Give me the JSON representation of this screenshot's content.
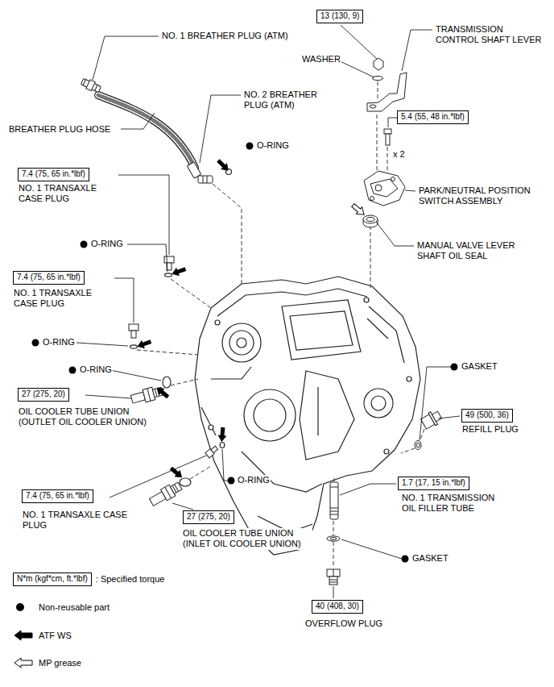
{
  "diagram": {
    "nodes": [
      {
        "text": [
          "13 (130, 9)"
        ]
      },
      {
        "text": [
          "5.4 (55, 48 in.*lbf)"
        ]
      },
      {
        "text": [
          "7.4 (75, 65 in.*lbf)"
        ]
      },
      {
        "text": [
          "7.4 (75, 65 in.*lbf)"
        ]
      },
      {
        "text": [
          "27 (275, 20)"
        ]
      },
      {
        "text": [
          "49 (500, 36)"
        ]
      },
      {
        "text": [
          "1.7 (17, 15 in.*lbf)"
        ]
      },
      {
        "text": [
          "7.4 (75, 65 in.*lbf)"
        ]
      },
      {
        "text": [
          "27 (275, 20)"
        ]
      },
      {
        "text": [
          "40 (408, 30)"
        ]
      },
      {
        "text": [
          "N*m (kgf*cm, ft.*lbf)"
        ]
      }
    ],
    "labels": [
      "NO. 1 BREATHER PLUG (ATM)",
      "TRANSMISSION CONTROL SHAFT LEVER",
      "WASHER",
      "NO. 2 BREATHER PLUG (ATM)",
      "BREATHER PLUG HOSE",
      "O-RING",
      "x 2",
      "NO. 1 TRANSAXLE CASE PLUG",
      "PARK/NEUTRAL POSITION SWITCH ASSEMBLY",
      "O-RING",
      "MANUAL VALVE LEVER SHAFT OIL SEAL",
      "NO. 1 TRANSAXLE CASE PLUG",
      "O-RING",
      "O-RING",
      "GASKET",
      "OIL COOLER TUBE UNION (OUTLET OIL COOLER UNION)",
      "REFILL PLUG",
      "O-RING",
      "NO. 1 TRANSAXLE CASE PLUG",
      "OIL COOLER TUBE UNION (INLET OIL COOLER UNION)",
      "NO. 1 TRANSMISSION OIL FILLER TUBE",
      "GASKET",
      "OVERFLOW PLUG",
      ": Specified torque"
    ],
    "legend": [
      {
        "text": "Non-reusable part"
      },
      {
        "text": "ATF WS"
      },
      {
        "text": "MP grease"
      }
    ]
  }
}
